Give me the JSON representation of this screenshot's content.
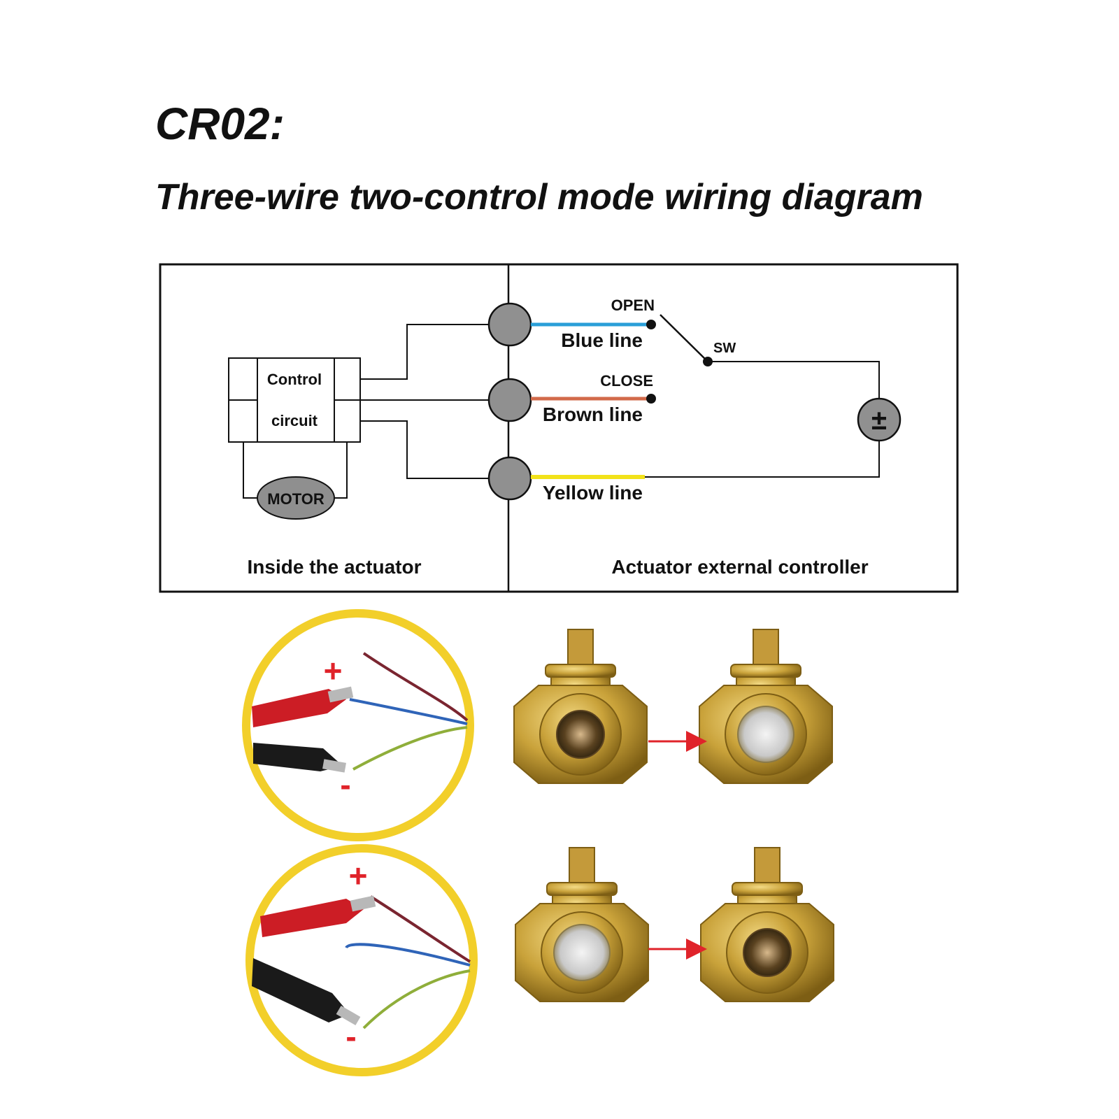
{
  "heading": {
    "code": "CR02:",
    "subtitle": "Three-wire two-control mode wiring diagram"
  },
  "diagram": {
    "control_label_1": "Control",
    "control_label_2": "circuit",
    "motor_label": "MOTOR",
    "open_label": "OPEN",
    "close_label": "CLOSE",
    "sw_label": "SW",
    "power_symbol": "±",
    "wires": [
      {
        "label": "Blue line",
        "color": "#2a9fd8"
      },
      {
        "label": "Brown line",
        "color": "#d26a4a"
      },
      {
        "label": "Yellow line",
        "color": "#f2e21a"
      }
    ],
    "left_caption": "Inside the actuator",
    "right_caption": "Actuator external controller"
  },
  "photos": {
    "plus_sign": "+",
    "minus_sign": "-",
    "clip_ring_color": "#f2cf2a",
    "brass_color": "#c9a23a",
    "arrow_color": "#e0232a"
  }
}
